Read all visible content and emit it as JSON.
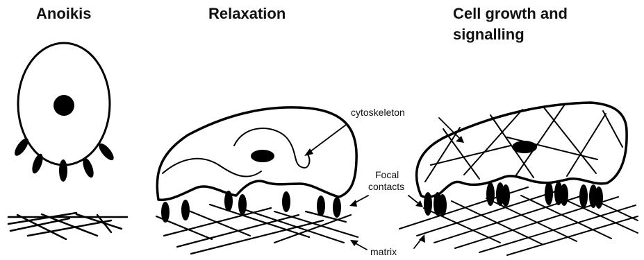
{
  "titles": {
    "anoikis": "Anoikis",
    "relaxation": "Relaxation",
    "growth_line1": "Cell growth and",
    "growth_line2": "signalling"
  },
  "labels": {
    "cytoskeleton": "cytoskeleton",
    "focal_line1": "Focal",
    "focal_line2": "contacts",
    "matrix": "matrix"
  },
  "colors": {
    "ink": "#000000",
    "background": "#ffffff"
  }
}
